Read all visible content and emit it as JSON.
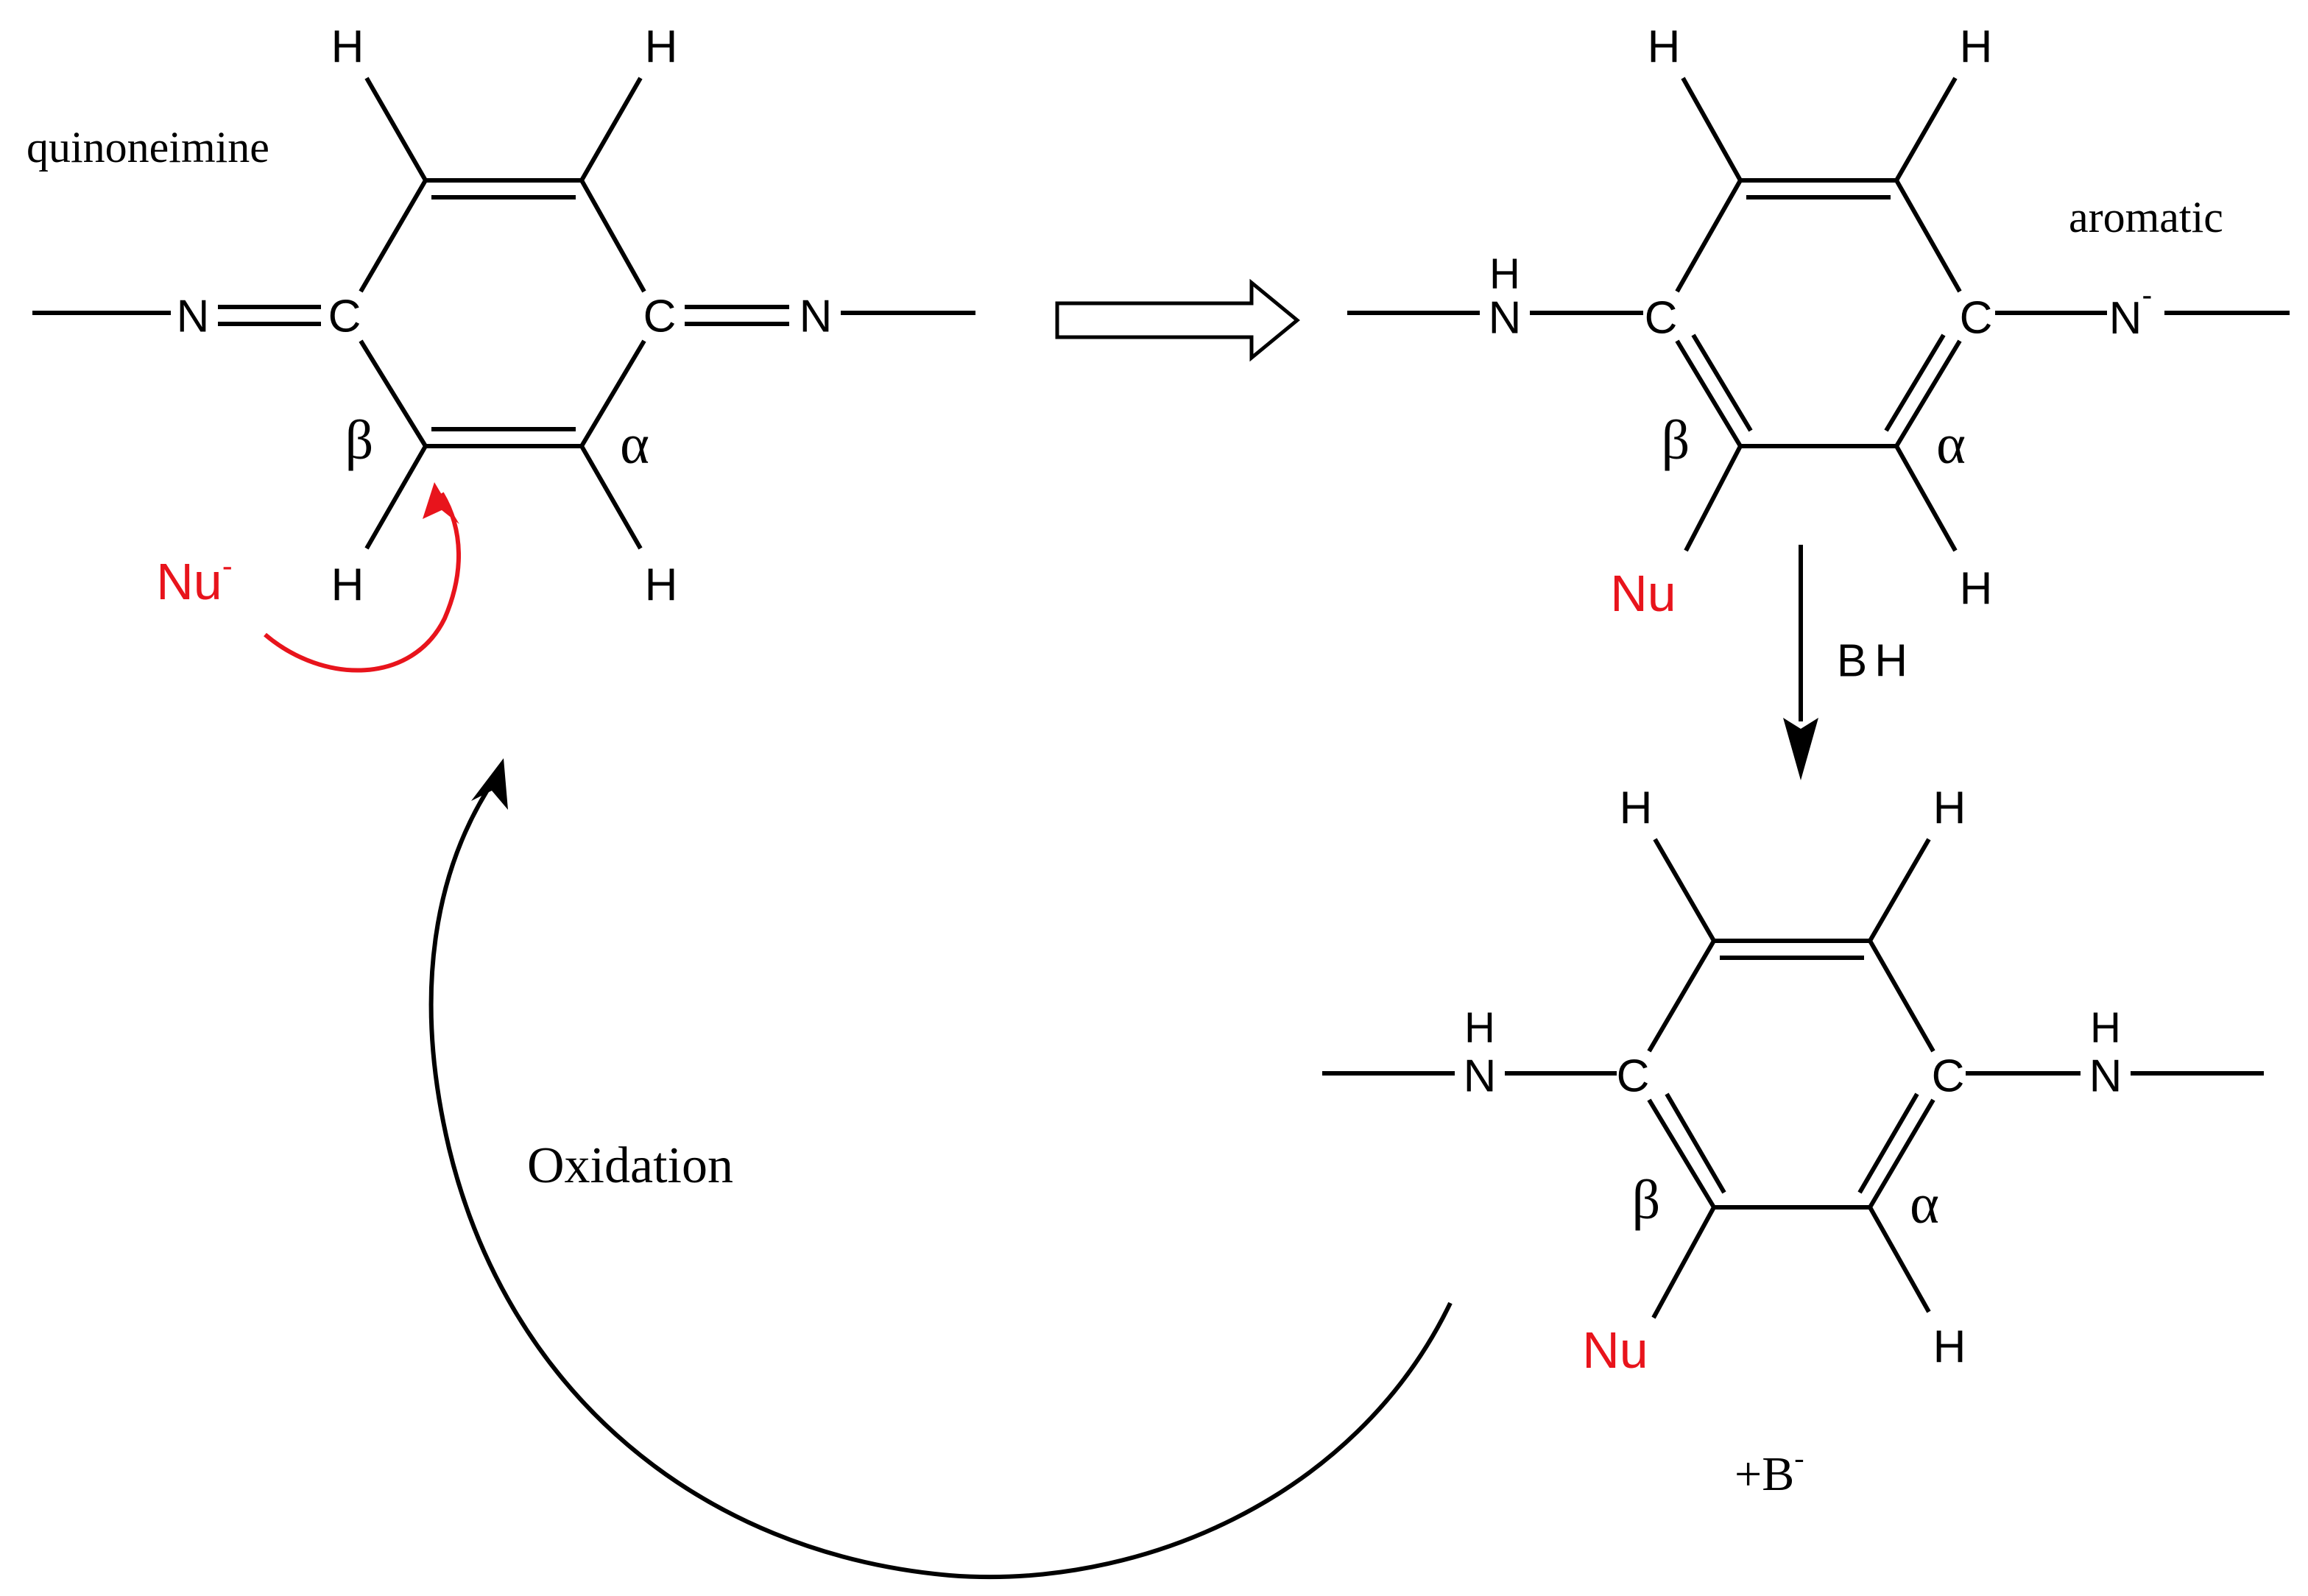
{
  "colors": {
    "ink": "#000000",
    "nucleophile": "#e8141c"
  },
  "labels": {
    "quinoneimine": "quinoneimine",
    "aromatic": "aromatic",
    "oxidation": "Oxidation",
    "reagent": "BH",
    "byproduct": "+B",
    "byproduct_charge": "-"
  },
  "atoms": {
    "carbon": "C",
    "nitrogen": "N",
    "hydrogen": "H",
    "nucleophile": "Nu",
    "charge": "-",
    "alpha": "α",
    "beta": "β"
  }
}
